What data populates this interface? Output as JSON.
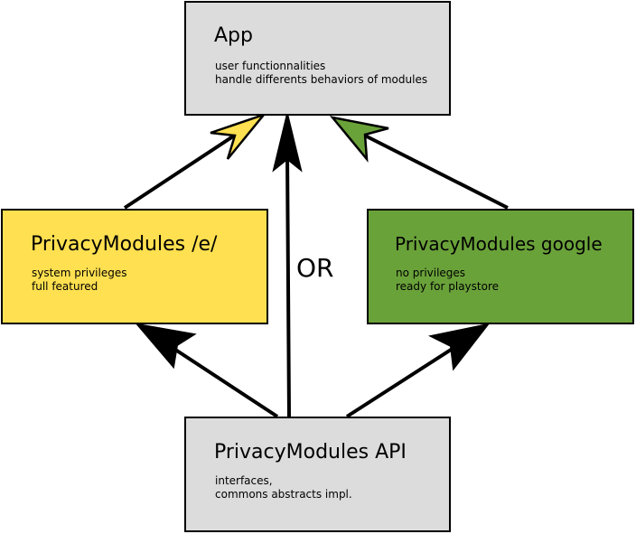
{
  "colors": {
    "box_neutral": "#dcdcdc",
    "box_e": "#ffe050",
    "box_google": "#6aa23a",
    "stroke": "#000000"
  },
  "nodes": {
    "app": {
      "title": "App",
      "lines": [
        "user functionnalities",
        "handle differents behaviors of modules"
      ]
    },
    "privacy_e": {
      "title": "PrivacyModules /e/",
      "lines": [
        "system privileges",
        "full featured"
      ]
    },
    "privacy_google": {
      "title": "PrivacyModules google",
      "lines": [
        "no privileges",
        "ready for playstore"
      ]
    },
    "privacy_api": {
      "title": "PrivacyModules API",
      "lines": [
        "interfaces,",
        "commons abstracts impl."
      ]
    }
  },
  "edges": [
    {
      "from": "privacy_e",
      "to": "app",
      "head": "hollow",
      "head_color": "box_e"
    },
    {
      "from": "privacy_api",
      "to": "app",
      "head": "filled",
      "head_color": "stroke"
    },
    {
      "from": "privacy_google",
      "to": "app",
      "head": "hollow",
      "head_color": "box_google"
    },
    {
      "from": "privacy_api",
      "to": "privacy_e",
      "head": "filled",
      "head_color": "stroke"
    },
    {
      "from": "privacy_api",
      "to": "privacy_google",
      "head": "filled",
      "head_color": "stroke"
    }
  ],
  "or_label": "OR"
}
